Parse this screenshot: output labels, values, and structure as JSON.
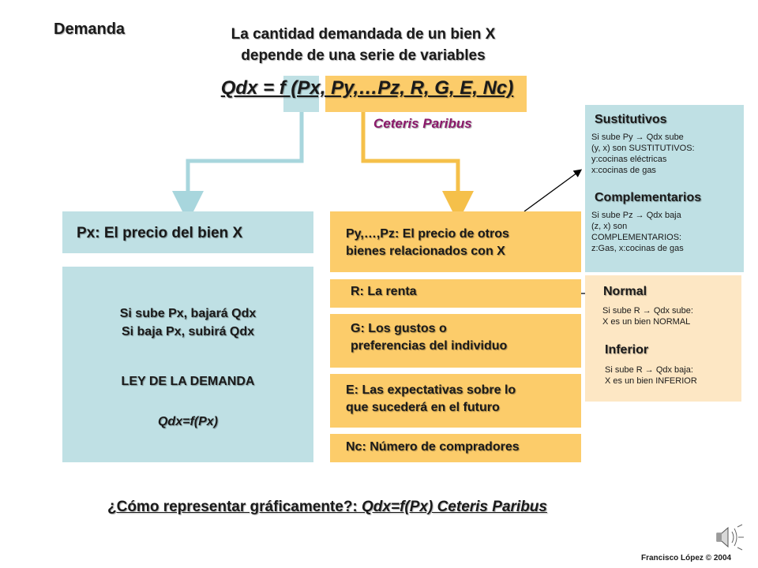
{
  "header": {
    "section": "Demanda",
    "intro_line1": "La cantidad demandada de un bien X",
    "intro_line2": "depende de una serie de variables",
    "formula": "Qdx = f (Px, Py,…Pz, R, G, E, Nc)",
    "ceteris": "Ceteris Paribus"
  },
  "left": {
    "price_label": "Px: El precio del bien X",
    "law_line1": "Si sube Px, bajará Qdx",
    "law_line2": "Si baja Px, subirá Qdx",
    "law_title": "LEY DE LA DEMANDA",
    "law_formula": "Qdx=f(Px)"
  },
  "right": {
    "other_prices_line1": "Py,…,Pz: El precio de otros",
    "other_prices_line2": "bienes relacionados con X",
    "income": "R: La renta",
    "tastes_line1": "G: Los gustos o",
    "tastes_line2": "preferencias del individuo",
    "expectations_line1": "E: Las expectativas sobre lo",
    "expectations_line2": "que sucederá en el futuro",
    "buyers": "Nc: Número de compradores"
  },
  "related": {
    "substitutes_title": "Sustitutivos",
    "substitutes_lines": [
      "Si sube Py",
      "→",
      "Qdx sube",
      "(y, x) son SUSTITUTIVOS:",
      "y:cocinas eléctricas",
      "x:cocinas de gas"
    ],
    "complements_title": "Complementarios",
    "complements_lines": [
      "Si sube Pz",
      "→",
      "Qdx baja",
      "(z, x) son",
      "COMPLEMENTARIOS:",
      "z:Gas, x:cocinas de gas"
    ]
  },
  "income_types": {
    "normal_title": "Normal",
    "normal_lines": [
      "Si sube R",
      "→",
      "Qdx sube:",
      "X es un bien NORMAL"
    ],
    "inferior_title": "Inferior",
    "inferior_lines": [
      "Si sube R",
      "→",
      "Qdx baja:",
      "X es un bien INFERIOR"
    ]
  },
  "footer": {
    "question": "¿Cómo representar gráficamente?: ",
    "question_formula": "Qdx=f(Px) Ceteris Paribus",
    "credit": "Francisco López © 2004"
  },
  "colors": {
    "blue": "#bfe0e4",
    "orange": "#fccc6a",
    "pale": "#fde7c4",
    "connector_blue": "#a8d6dd",
    "connector_orange": "#f5c04a",
    "accent": "#8b1a6b"
  },
  "icons": {
    "speaker": "speaker-icon"
  }
}
